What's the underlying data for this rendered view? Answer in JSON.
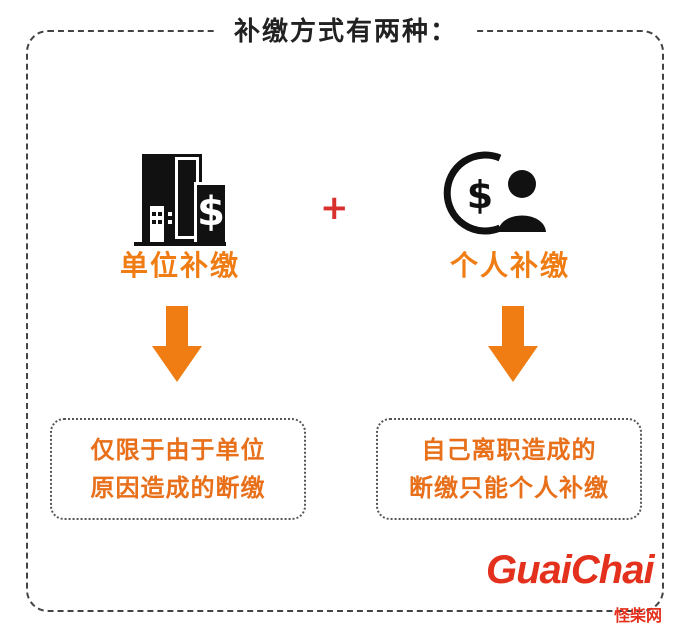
{
  "title": "补缴方式有两种：",
  "plus": "+",
  "left": {
    "label": "单位补缴",
    "icon": "building-dollar-icon",
    "box_line1": "仅限于由于单位",
    "box_line2": "原因造成的断缴"
  },
  "right": {
    "label": "个人补缴",
    "icon": "person-dollar-icon",
    "box_line1": "自己离职造成的",
    "box_line2": "断缴只能个人补缴"
  },
  "logo": {
    "brand": "GuaiChai",
    "sub": "怪柴网"
  },
  "colors": {
    "accent": "#f07d14",
    "plus": "#d8312d",
    "logo": "#e3311d",
    "dark": "#111111"
  }
}
